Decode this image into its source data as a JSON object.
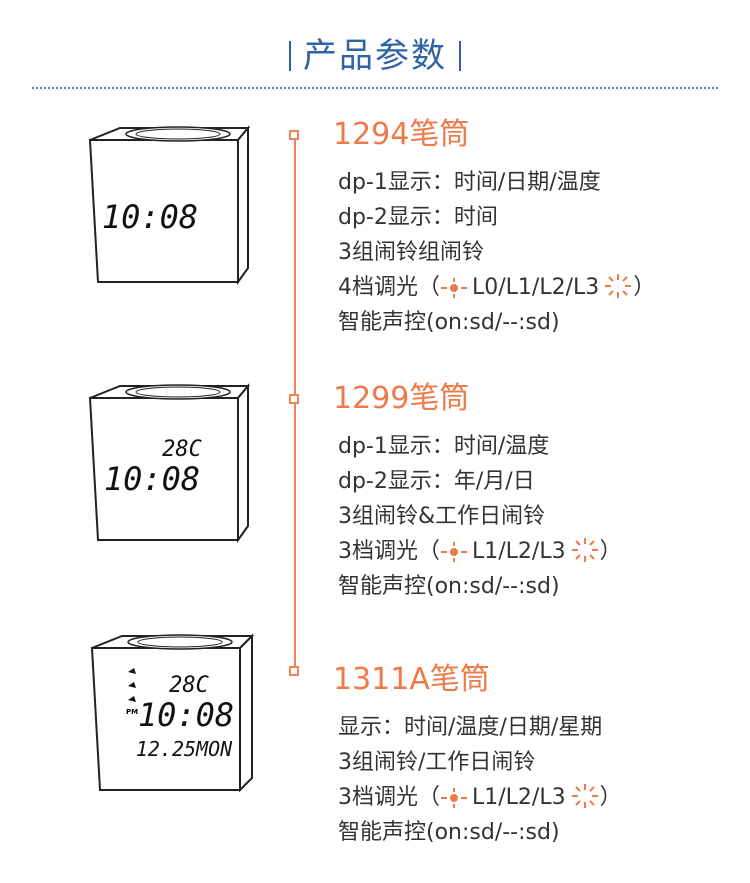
{
  "header": {
    "title": "产品参数"
  },
  "products": [
    {
      "title": "1294笔筒",
      "display": {
        "temp": "",
        "time": "10:08",
        "date": ""
      },
      "specs": [
        "dp-1显示：时间/日期/温度",
        "dp-2显示：时间",
        "3组闹铃组闹铃"
      ],
      "dim_prefix": "4档调光（",
      "dim_levels": "L0/L1/L2/L3",
      "dim_suffix": "）",
      "voice": "智能声控(on:sd/--:sd)"
    },
    {
      "title": "1299笔筒",
      "display": {
        "temp": "28C",
        "time": "10:08",
        "date": ""
      },
      "specs": [
        "dp-1显示：时间/温度",
        "dp-2显示：年/月/日",
        "3组闹铃&工作日闹铃"
      ],
      "dim_prefix": "3档调光（",
      "dim_levels": "L1/L2/L3",
      "dim_suffix": "）",
      "voice": "智能声控(on:sd/--:sd)"
    },
    {
      "title": "1311A笔筒",
      "display": {
        "temp": "28C",
        "time": "10:08",
        "date": "12.25MON",
        "pm": "PM"
      },
      "specs": [
        "显示：时间/温度/日期/星期",
        "3组闹铃/工作日闹铃"
      ],
      "dim_prefix": "3档调光（",
      "dim_levels": "L1/L2/L3",
      "dim_suffix": "）",
      "voice": "智能声控(on:sd/--:sd)"
    }
  ],
  "colors": {
    "accent": "#ee7a4a",
    "header": "#2e63a8",
    "timeline": "#f0845a"
  },
  "icons": {
    "dim": "sun-dim-icon",
    "bright": "sun-bright-icon"
  }
}
